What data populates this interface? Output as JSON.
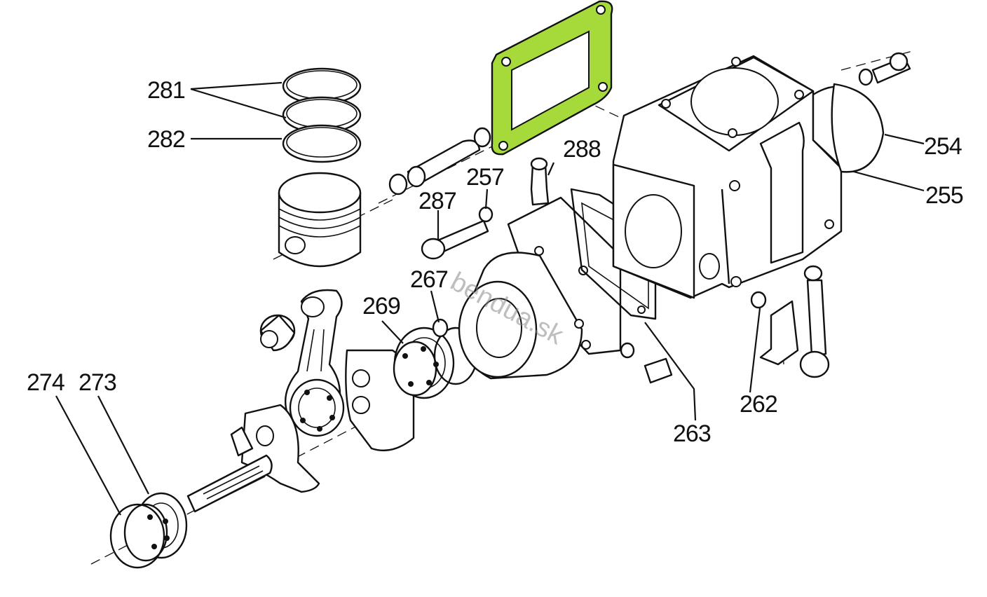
{
  "diagram": {
    "highlight_color": "#a6d93a",
    "watermark": "bendua.sk",
    "callouts": [
      {
        "id": "281",
        "part": "piston-rings"
      },
      {
        "id": "282",
        "part": "piston-ring"
      },
      {
        "id": "287",
        "part": "cap-screw"
      },
      {
        "id": "257",
        "part": "washer"
      },
      {
        "id": "288",
        "part": "grease-nipple"
      },
      {
        "id": "254",
        "part": "flange-bolt"
      },
      {
        "id": "255",
        "part": "flange-cover"
      },
      {
        "id": "267",
        "part": "circlip"
      },
      {
        "id": "269",
        "part": "ball-bearing"
      },
      {
        "id": "274",
        "part": "circlip"
      },
      {
        "id": "273",
        "part": "ball-bearing"
      },
      {
        "id": "263",
        "part": "gasket"
      },
      {
        "id": "262",
        "part": "washer"
      }
    ]
  }
}
